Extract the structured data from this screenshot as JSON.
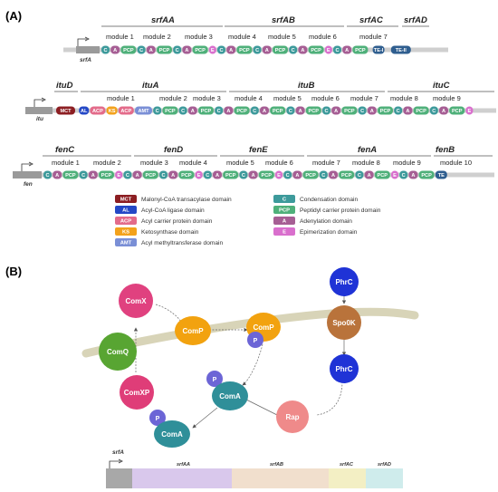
{
  "panels": {
    "a": "(A)",
    "b": "(B)"
  },
  "colors": {
    "C": "#3d9a9b",
    "A": "#a65e94",
    "PCP": "#4fb07a",
    "E": "#d96fcd",
    "TE": "#2f5e8f",
    "MCT": "#8c1e22",
    "AL": "#2448c6",
    "ACP": "#e36b8a",
    "KS": "#f3a21c",
    "AMT": "#7a8fd6",
    "ComX": "#e0417f",
    "ComQ": "#58a532",
    "ComP": "#f2a20f",
    "P": "#6c65d6",
    "ComXP": "#df3d78",
    "ComA": "#2f8f99",
    "PhrC": "#1f33d6",
    "Spo0K": "#b9733b",
    "Rap": "#ef8a8a",
    "membrane": "#d8d4b8"
  },
  "srf": {
    "promoter": "srfA",
    "genes": [
      {
        "name": "srfAA"
      },
      {
        "name": "srfAB"
      },
      {
        "name": "srfAC"
      },
      {
        "name": "srfAD"
      }
    ],
    "modules": [
      "module 1",
      "module 2",
      "module 3",
      "module 4",
      "module 5",
      "module 6",
      "module 7"
    ],
    "domains": [
      "C",
      "A",
      "PCP",
      "C",
      "A",
      "PCP",
      "C",
      "A",
      "PCP",
      "E",
      "C",
      "A",
      "PCP",
      "C",
      "A",
      "PCP",
      "C",
      "A",
      "PCP",
      "E",
      "C",
      "A",
      "PCP",
      "TE-I",
      "TE-II"
    ]
  },
  "itu": {
    "promoter": "itu",
    "genes": [
      {
        "name": "ituD"
      },
      {
        "name": "ituA"
      },
      {
        "name": "ituB"
      },
      {
        "name": "ituC"
      }
    ],
    "modules": [
      "module 1",
      "module 2",
      "module 3",
      "module 4",
      "module 5",
      "module 6",
      "module 7",
      "module 8",
      "module 9"
    ],
    "domains": [
      "MCT",
      "AL",
      "ACP",
      "KS",
      "ACP",
      "AMT",
      "C",
      "PCP",
      "C",
      "A",
      "PCP",
      "C",
      "A",
      "PCP",
      "C",
      "A",
      "PCP",
      "C",
      "A",
      "PCP",
      "C",
      "A",
      "PCP",
      "C",
      "A",
      "PCP",
      "C",
      "A",
      "PCP",
      "C",
      "A",
      "PCP",
      "E"
    ]
  },
  "fen": {
    "promoter": "fen",
    "genes": [
      {
        "name": "fenC"
      },
      {
        "name": "fenD"
      },
      {
        "name": "fenE"
      },
      {
        "name": "fenA"
      },
      {
        "name": "fenB"
      }
    ],
    "modules": [
      "module 1",
      "module 2",
      "module 3",
      "module 4",
      "module 5",
      "module 6",
      "module 7",
      "module 8",
      "module 9",
      "module 10"
    ],
    "domains": [
      "C",
      "A",
      "PCP",
      "C",
      "A",
      "PCP",
      "E",
      "C",
      "A",
      "PCP",
      "C",
      "A",
      "PCP",
      "E",
      "C",
      "A",
      "PCP",
      "C",
      "A",
      "PCP",
      "E",
      "C",
      "A",
      "PCP",
      "C",
      "A",
      "PCP",
      "C",
      "A",
      "PCP",
      "E",
      "C",
      "A",
      "PCP",
      "TE"
    ]
  },
  "legend": {
    "left": [
      {
        "abbr": "MCT",
        "text": "Malonyl-CoA transacylase domain"
      },
      {
        "abbr": "AL",
        "text": "Acyl-CoA ligase domain"
      },
      {
        "abbr": "ACP",
        "text": "Acyl carrier protein domain"
      },
      {
        "abbr": "KS",
        "text": "Ketosynthase domain"
      },
      {
        "abbr": "AMT",
        "text": "Acyl methyltransferase domain"
      }
    ],
    "right": [
      {
        "abbr": "C",
        "text": "Condensation domain"
      },
      {
        "abbr": "PCP",
        "text": "Peptidyl carrier protein domain"
      },
      {
        "abbr": "A",
        "text": "Adenylation domain"
      },
      {
        "abbr": "E",
        "text": "Epimerization domain"
      }
    ]
  },
  "network": {
    "nodes": [
      "ComX",
      "ComQ",
      "ComP",
      "ComP",
      "P",
      "ComXP",
      "P",
      "ComA",
      "P",
      "ComA",
      "PhrC",
      "Spo0K",
      "PhrC",
      "Rap"
    ]
  },
  "operon": {
    "promoter": "srfA",
    "segments": [
      "srfAA",
      "srfAB",
      "srfAC",
      "srfAD"
    ]
  }
}
